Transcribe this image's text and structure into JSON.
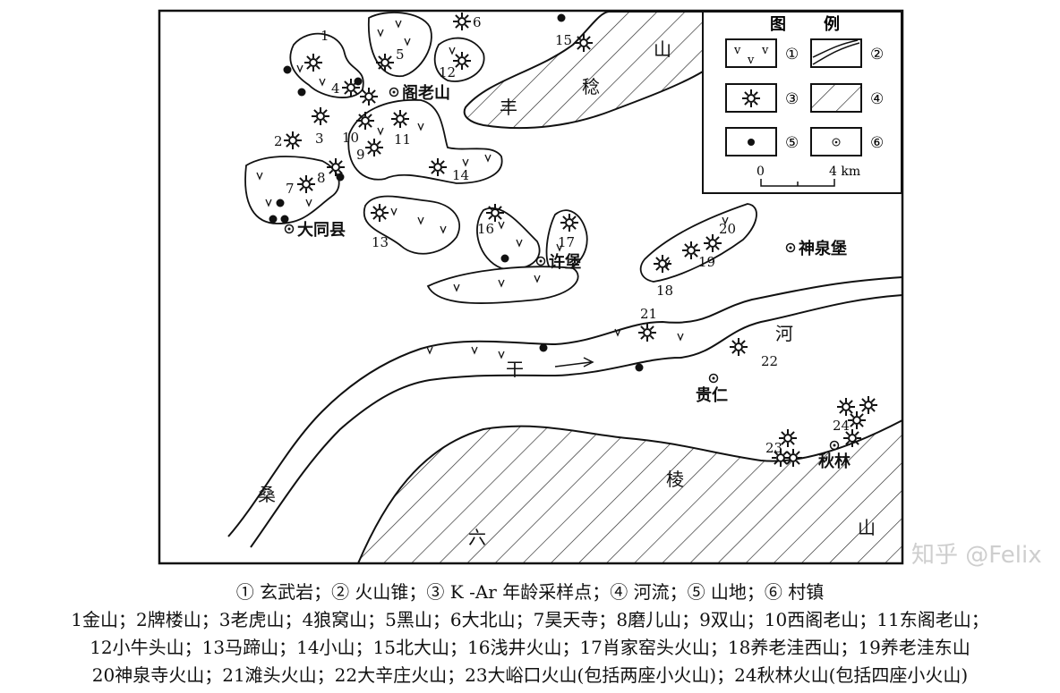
{
  "legend": {
    "title_1": "图",
    "title_2": "例",
    "items": [
      "①",
      "②",
      "③",
      "④",
      "⑤",
      "⑥"
    ],
    "scale_zero": "0",
    "scale_end": "4 km"
  },
  "terrain_labels": [
    "山",
    "稔",
    "丰",
    "干",
    "河",
    "桑",
    "六",
    "棱",
    "山"
  ],
  "towns": [
    "阁老山",
    "大同县",
    "许堡",
    "神泉堡",
    "贵仁",
    "秋林"
  ],
  "volcano_numbers": [
    "1",
    "2",
    "3",
    "4",
    "5",
    "6",
    "7",
    "8",
    "9",
    "10",
    "11",
    "12",
    "13",
    "14",
    "15",
    "16",
    "17",
    "18",
    "19",
    "20",
    "21",
    "22",
    "23",
    "24"
  ],
  "caption": {
    "line1": "① 玄武岩；② 火山锥；③ K -Ar 年龄采样点；④ 河流；⑤ 山地；⑥ 村镇",
    "line2": "1金山；2牌楼山；3老虎山；4狼窝山；5黑山；6大北山；7昊天寺；8磨儿山；9双山；10西阁老山；11东阁老山；",
    "line3": "12小牛头山；13马蹄山；14小山；15北大山；16浅井火山；17肖家窑头火山；18养老洼西山；19养老洼东山",
    "line4": "20神泉寺火山；21滩头火山；22大辛庄火山；23大峪口火山(包括两座小火山)；24秋林火山(包括四座小火山)"
  },
  "watermark": "知乎 @Felix",
  "colors": {
    "ink": "#111111",
    "background": "#ffffff"
  }
}
